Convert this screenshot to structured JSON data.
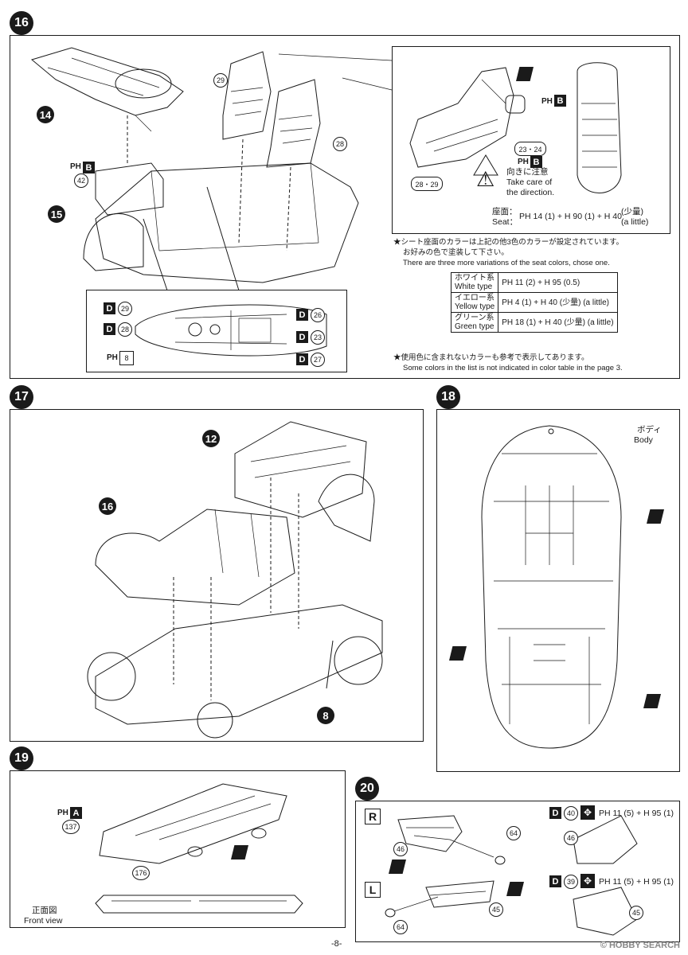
{
  "steps": {
    "s16": "16",
    "s17": "17",
    "s18": "18",
    "s19": "19",
    "s20": "20"
  },
  "step16": {
    "parts": {
      "p14": "14",
      "p15": "15"
    },
    "seat_nums": {
      "n29": "29",
      "n28": "28",
      "n42": "42",
      "n2324": "23・24",
      "n2829": "28・29"
    },
    "ph_b": "B",
    "ph_label": "PH",
    "caution_jp": "向きに注意",
    "caution_en1": "Take care of",
    "caution_en2": "the direction.",
    "seat_jp": "座面：",
    "seat_en": "Seat：",
    "seat_formula": "PH 14 (1) + H 90 (1) + H 40",
    "seat_little_jp": "(少量)",
    "seat_little_en": "(a little)",
    "note1_jp": "★シート座面のカラーは上記の他3色のカラーが設定されています。",
    "note1_jp2": "お好みの色で塗装して下さい。",
    "note1_en": "There are three more variations of the seat colors, chose one.",
    "note2_jp": "★使用色に含まれないカラーも参考で表示してあります。",
    "note2_en": "Some colors in the list is not indicated in color table in the page 3.",
    "color_table": [
      {
        "jp": "ホワイト系",
        "en": "White type",
        "formula": "PH 11 (2) + H 95 (0.5)",
        "extra": ""
      },
      {
        "jp": "イエロー系",
        "en": "Yellow type",
        "formula": "PH 4 (1) + H 40",
        "extra": "(少量) (a little)"
      },
      {
        "jp": "グリーン系",
        "en": "Green type",
        "formula": "PH 18 (1) + H 40",
        "extra": "(少量) (a little)"
      }
    ],
    "inset": {
      "d_label": "D",
      "d29": "29",
      "d28": "28",
      "d26": "26",
      "d23": "23",
      "d27": "27",
      "ph8": "8"
    }
  },
  "step17": {
    "p12": "12",
    "p16": "16",
    "p8": "8"
  },
  "step18": {
    "body_jp": "ボディ",
    "body_en": "Body"
  },
  "step19": {
    "ph_a": "A",
    "n137": "137",
    "n176": "176",
    "front_jp": "正面図",
    "front_en": "Front view"
  },
  "step20": {
    "r": "R",
    "l": "L",
    "n64": "64",
    "n46": "46",
    "n45": "45",
    "d40": "40",
    "d39": "39",
    "formula": "PH 11 (5) + H 95 (1)"
  },
  "page_number": "-8-",
  "watermark": "© HOBBY SEARCH"
}
